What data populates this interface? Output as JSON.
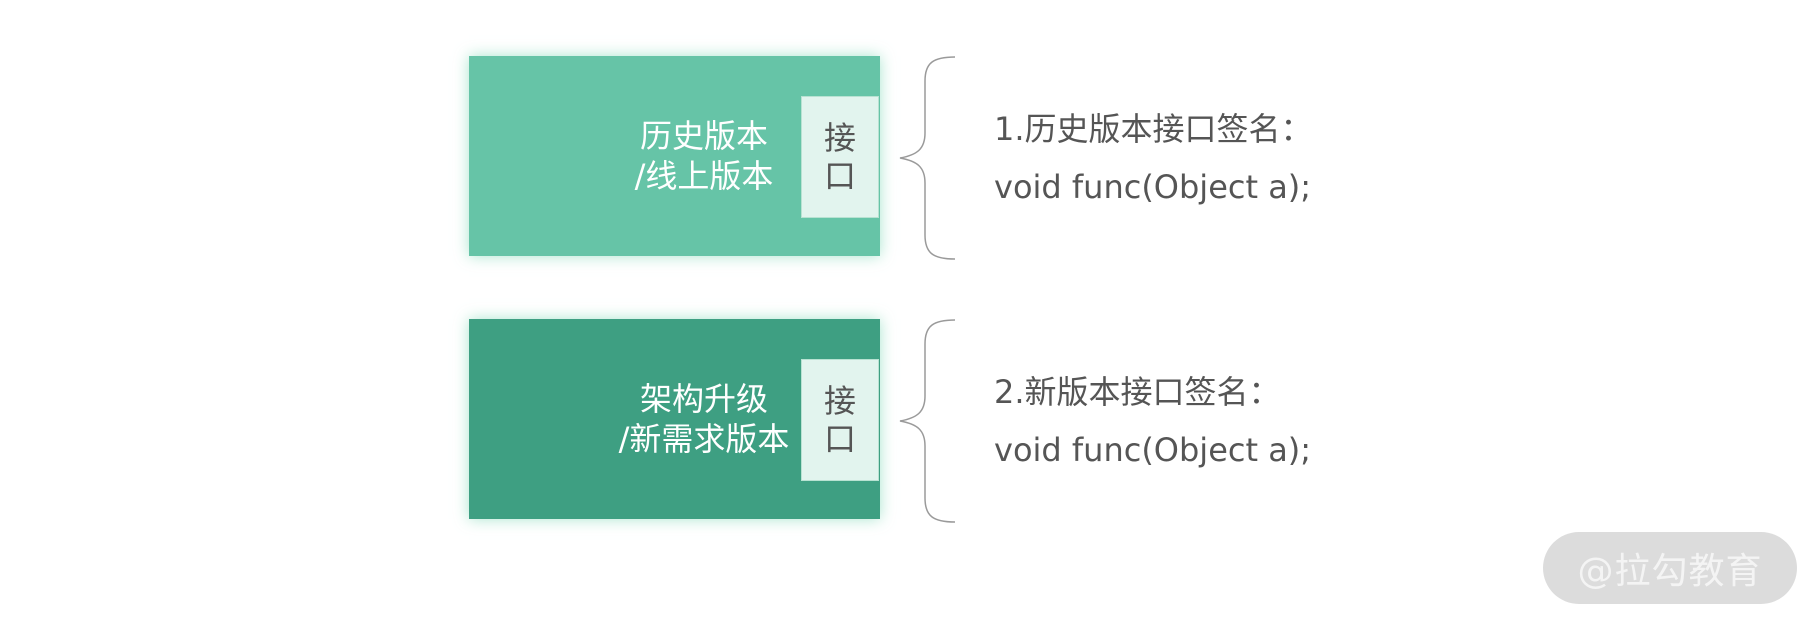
{
  "top": {
    "label_line1": "历史版本",
    "label_line2": "/线上版本",
    "interface_char1": "接",
    "interface_char2": "口",
    "signature_title": "1.历史版本接口签名：",
    "signature_code": "void func(Object a);",
    "fill_color": "#66c4a7"
  },
  "bottom": {
    "label_line1": "架构升级",
    "label_line2": "/新需求版本",
    "interface_char1": "接",
    "interface_char2": "口",
    "signature_title": "2.新版本接口签名：",
    "signature_code": "void func(Object a);",
    "fill_color": "#3e9f82"
  },
  "watermark": {
    "text": "@拉勾教育"
  }
}
